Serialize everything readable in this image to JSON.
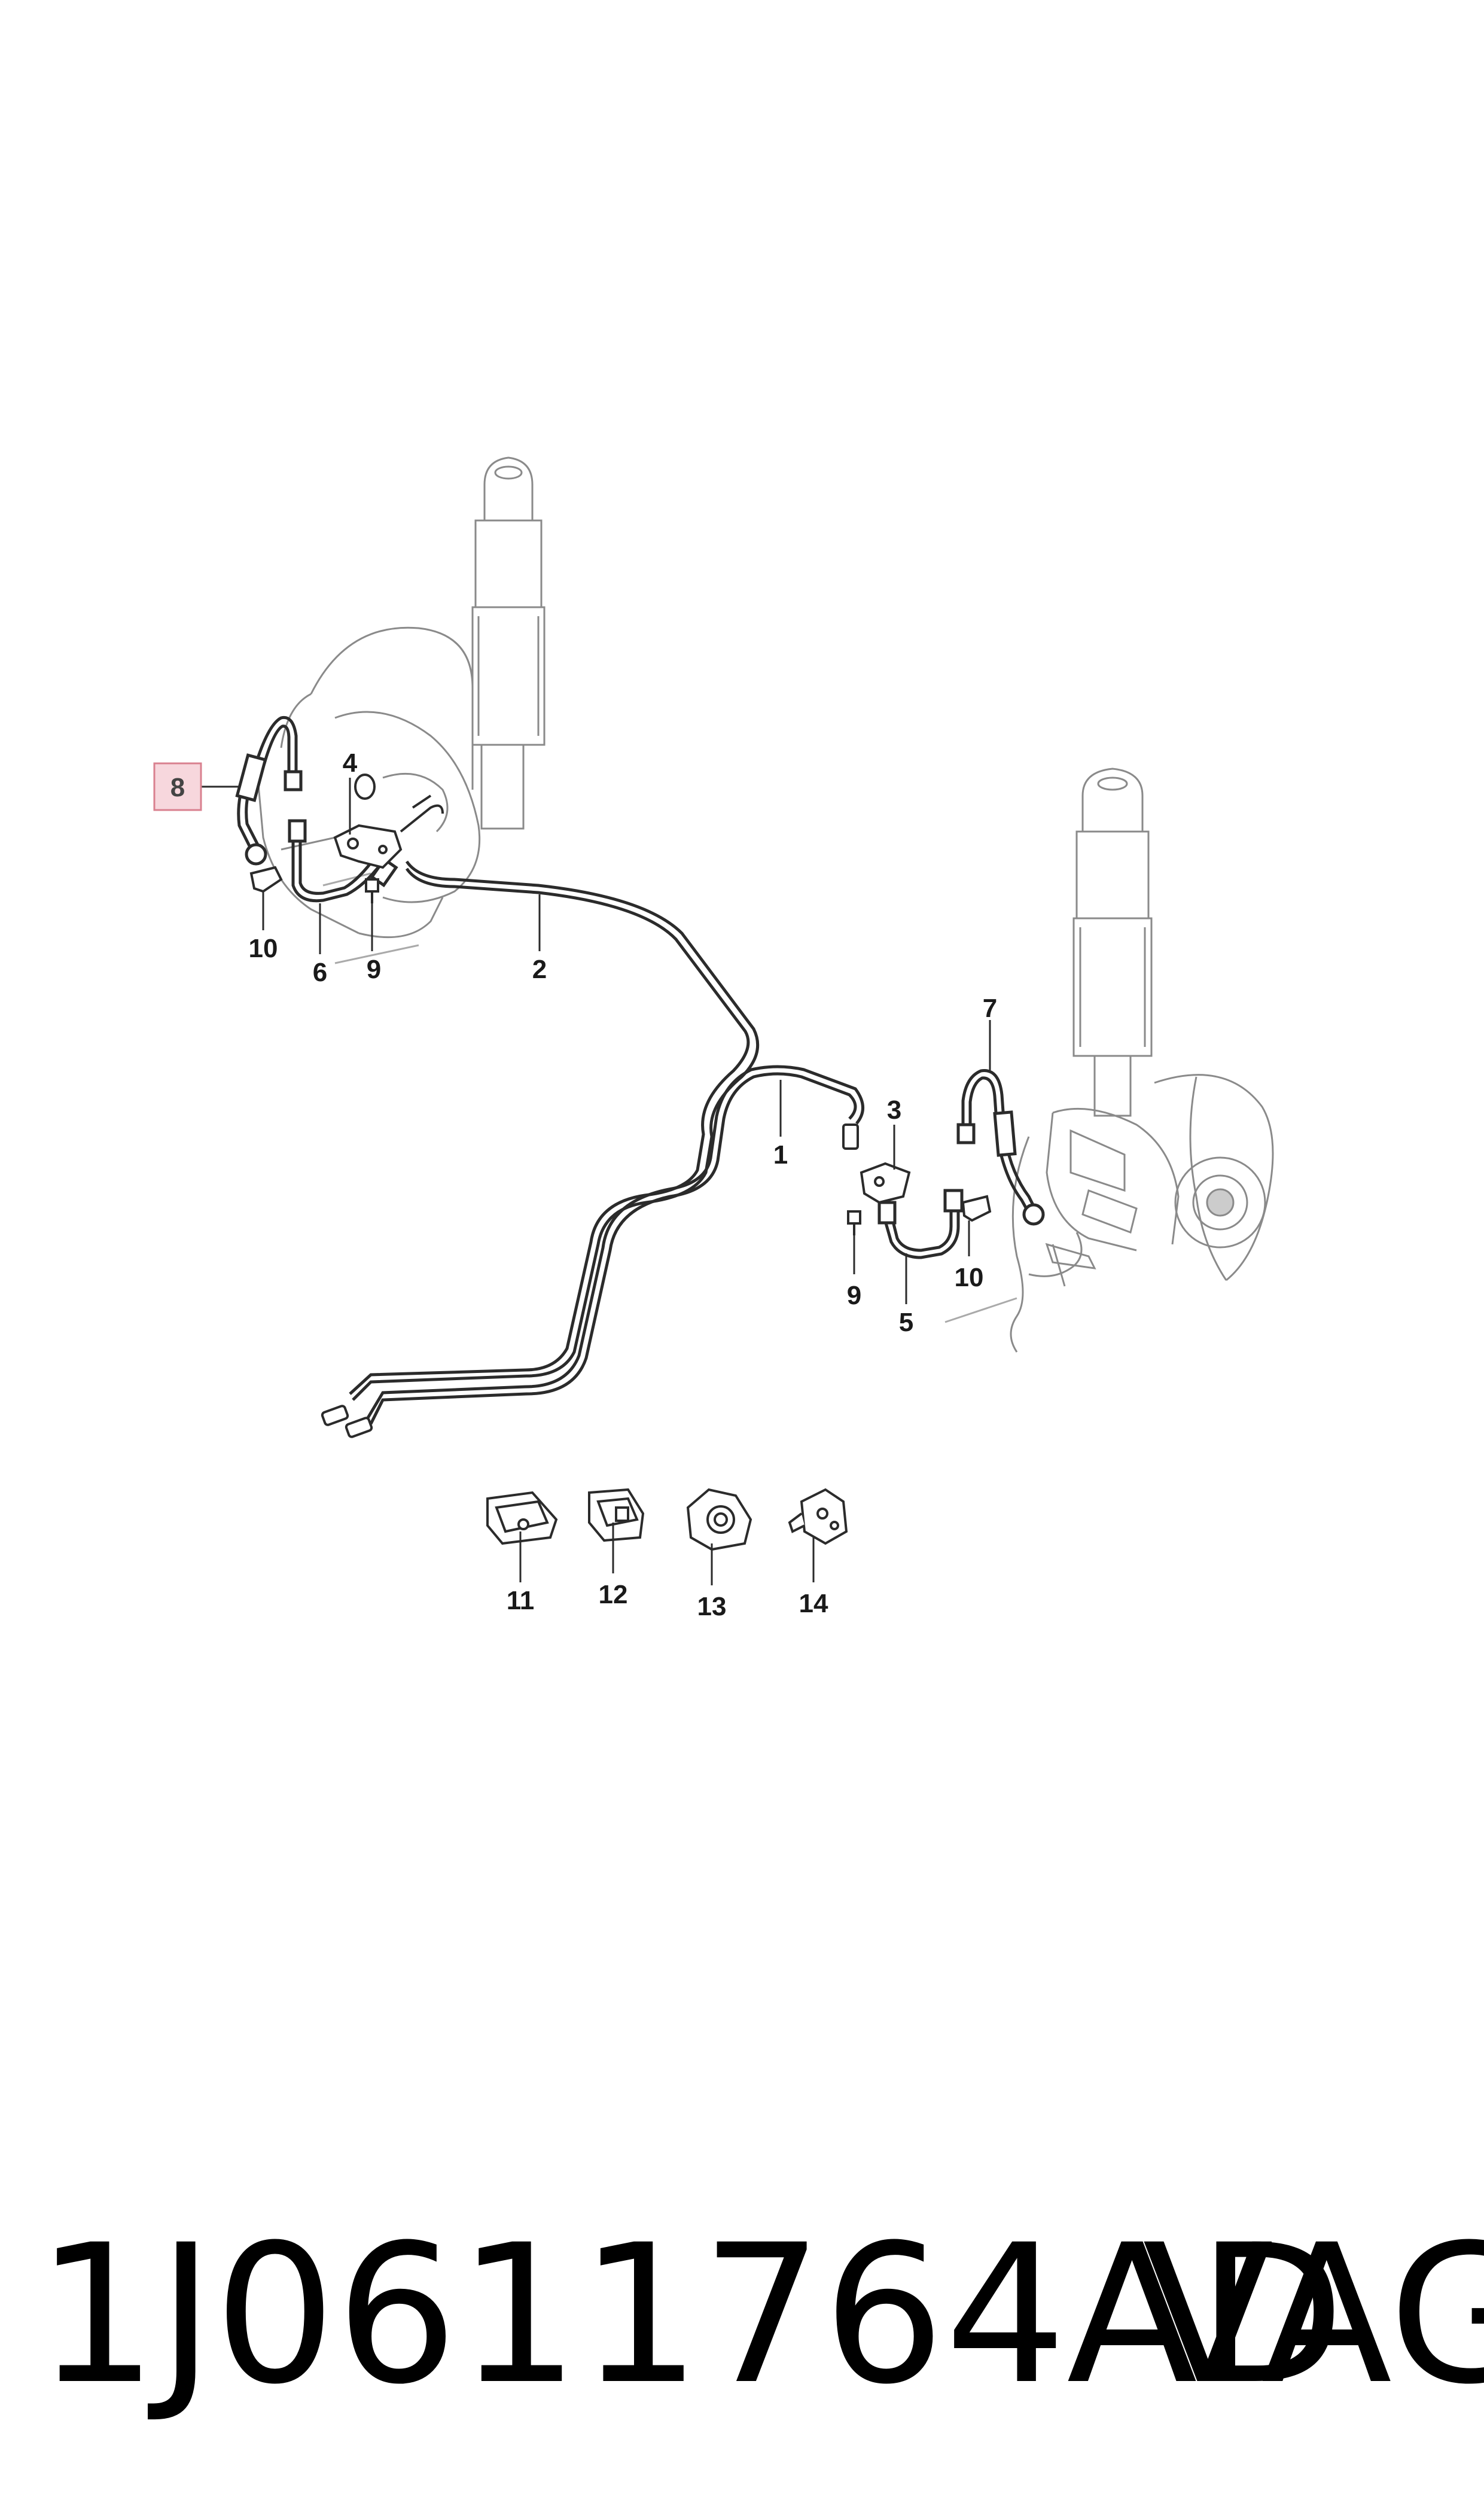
{
  "callouts": {
    "c1": "1",
    "c2": "2",
    "c3": "3",
    "c4": "4",
    "c5": "5",
    "c6": "6",
    "c7": "7",
    "c8": "8",
    "c9a": "9",
    "c9b": "9",
    "c10a": "10",
    "c10b": "10",
    "c11": "11",
    "c12": "12",
    "c13": "13",
    "c14": "14"
  },
  "footer": {
    "part_number": "1J0611764AD",
    "brand": "VAG"
  },
  "colors": {
    "line": "#2b2b2b",
    "faint_line": "#9a9a9a",
    "highlight_fill": "#f7d7dd",
    "highlight_stroke": "#d9808f"
  }
}
